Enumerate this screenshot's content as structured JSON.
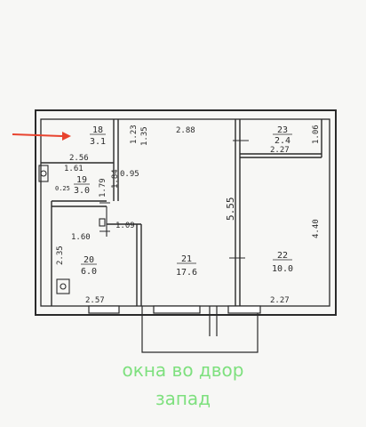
{
  "plan": {
    "rooms": [
      {
        "id": "18",
        "num": "18",
        "area": "3.1"
      },
      {
        "id": "19",
        "num": "19",
        "area": "3.0"
      },
      {
        "id": "20",
        "num": "20",
        "area": "6.0"
      },
      {
        "id": "21",
        "num": "21",
        "area": "17.6"
      },
      {
        "id": "22",
        "num": "22",
        "area": "10.0"
      },
      {
        "id": "23",
        "num": "23",
        "area": "2.4"
      }
    ],
    "dimensions": {
      "d_2_88": "2.88",
      "d_1_35": "1.35",
      "d_1_23": "1.23",
      "d_2_56": "2.56",
      "d_1_61": "1.61",
      "d_0_95": "0.95",
      "d_1_79": "1.79",
      "d_1_84": "1.84",
      "d_0_25": "0.25",
      "d_1_09": "1.09",
      "d_1_60": "1.60",
      "d_2_35": "2.35",
      "d_2_57": "2.57",
      "d_5_55": "5.55",
      "d_2_27_top": "2.27",
      "d_1_06": "1.06",
      "d_4_40": "4.40",
      "d_2_27_bottom": "2.27"
    },
    "line_color": "#2a2a2a",
    "arrow_color": "#e8432e"
  },
  "caption": {
    "line1": "окна во двор",
    "line2": "запад",
    "color": "#7ee07e"
  }
}
